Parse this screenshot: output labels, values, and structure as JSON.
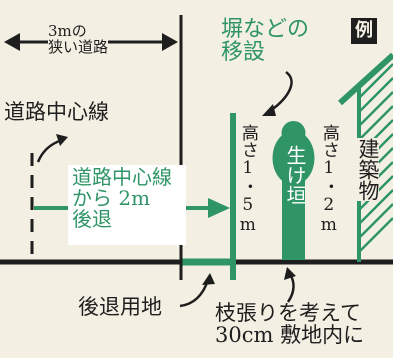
{
  "narrow_road_label": [
    "3mの",
    "狭い道路"
  ],
  "example_badge": "例",
  "wall_relocation_label": [
    "塀などの",
    "移設"
  ],
  "road_centerline_label": "道路中心線",
  "setback_text": [
    "道路中心線",
    "から 2m",
    "後退"
  ],
  "wall_height_label": "高さ1・5m",
  "hedge_label": "生け垣",
  "hedge_height_label": "高さ1・2m",
  "building_label": "建築物",
  "setback_land_label": "後退用地",
  "branch_note": [
    "枝張りを考えて",
    "30cm 敷地内に"
  ],
  "colors": {
    "green": "#2f9566",
    "line": "#1e1e1e",
    "background": "#f3efe3"
  }
}
